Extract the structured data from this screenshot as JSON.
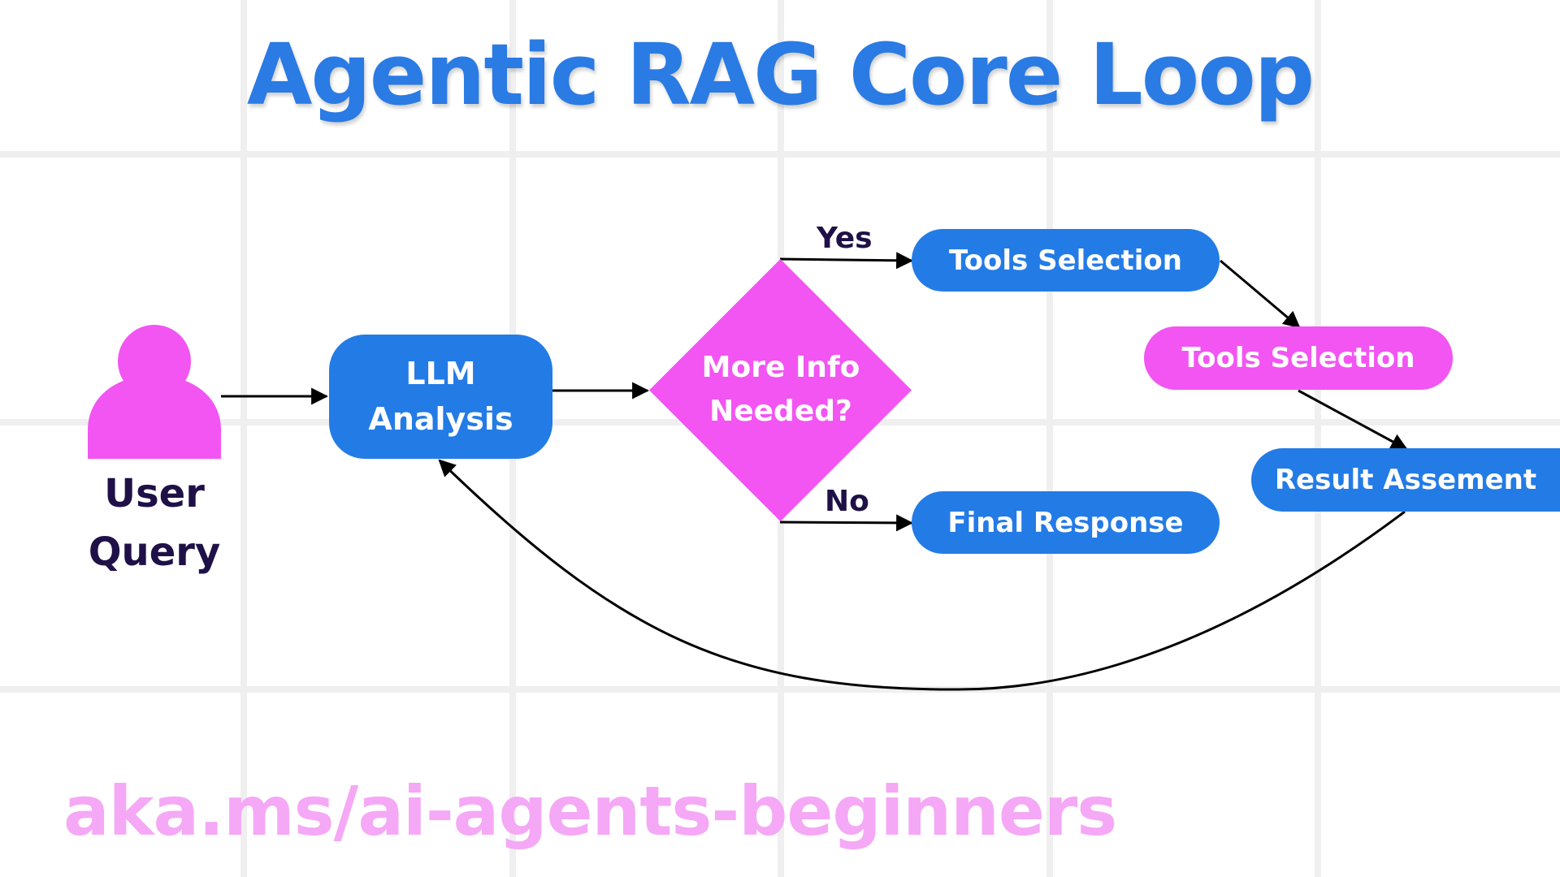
{
  "title": "Agentic RAG Core Loop",
  "footer_link": "aka.ms/ai-agents-beginners",
  "user": {
    "line1": "User",
    "line2": "Query",
    "icon": "person-icon"
  },
  "nodes": {
    "llm_analysis": {
      "line1": "LLM",
      "line2": "Analysis"
    },
    "decision": {
      "line1": "More Info",
      "line2": "Needed?"
    },
    "tools_selection_1": {
      "label": "Tools Selection"
    },
    "tools_selection_2": {
      "label": "Tools Selection"
    },
    "result_assessment": {
      "label": "Result Assement"
    },
    "final_response": {
      "label": "Final Response"
    }
  },
  "edges": {
    "yes_label": "Yes",
    "no_label": "No"
  },
  "colors": {
    "title": "#2a7be4",
    "blue": "#237be6",
    "magenta": "#f255f2",
    "dark_text": "#1f1147",
    "footer": "#f5a8f5",
    "grid": "#efefef",
    "line": "#000000"
  }
}
